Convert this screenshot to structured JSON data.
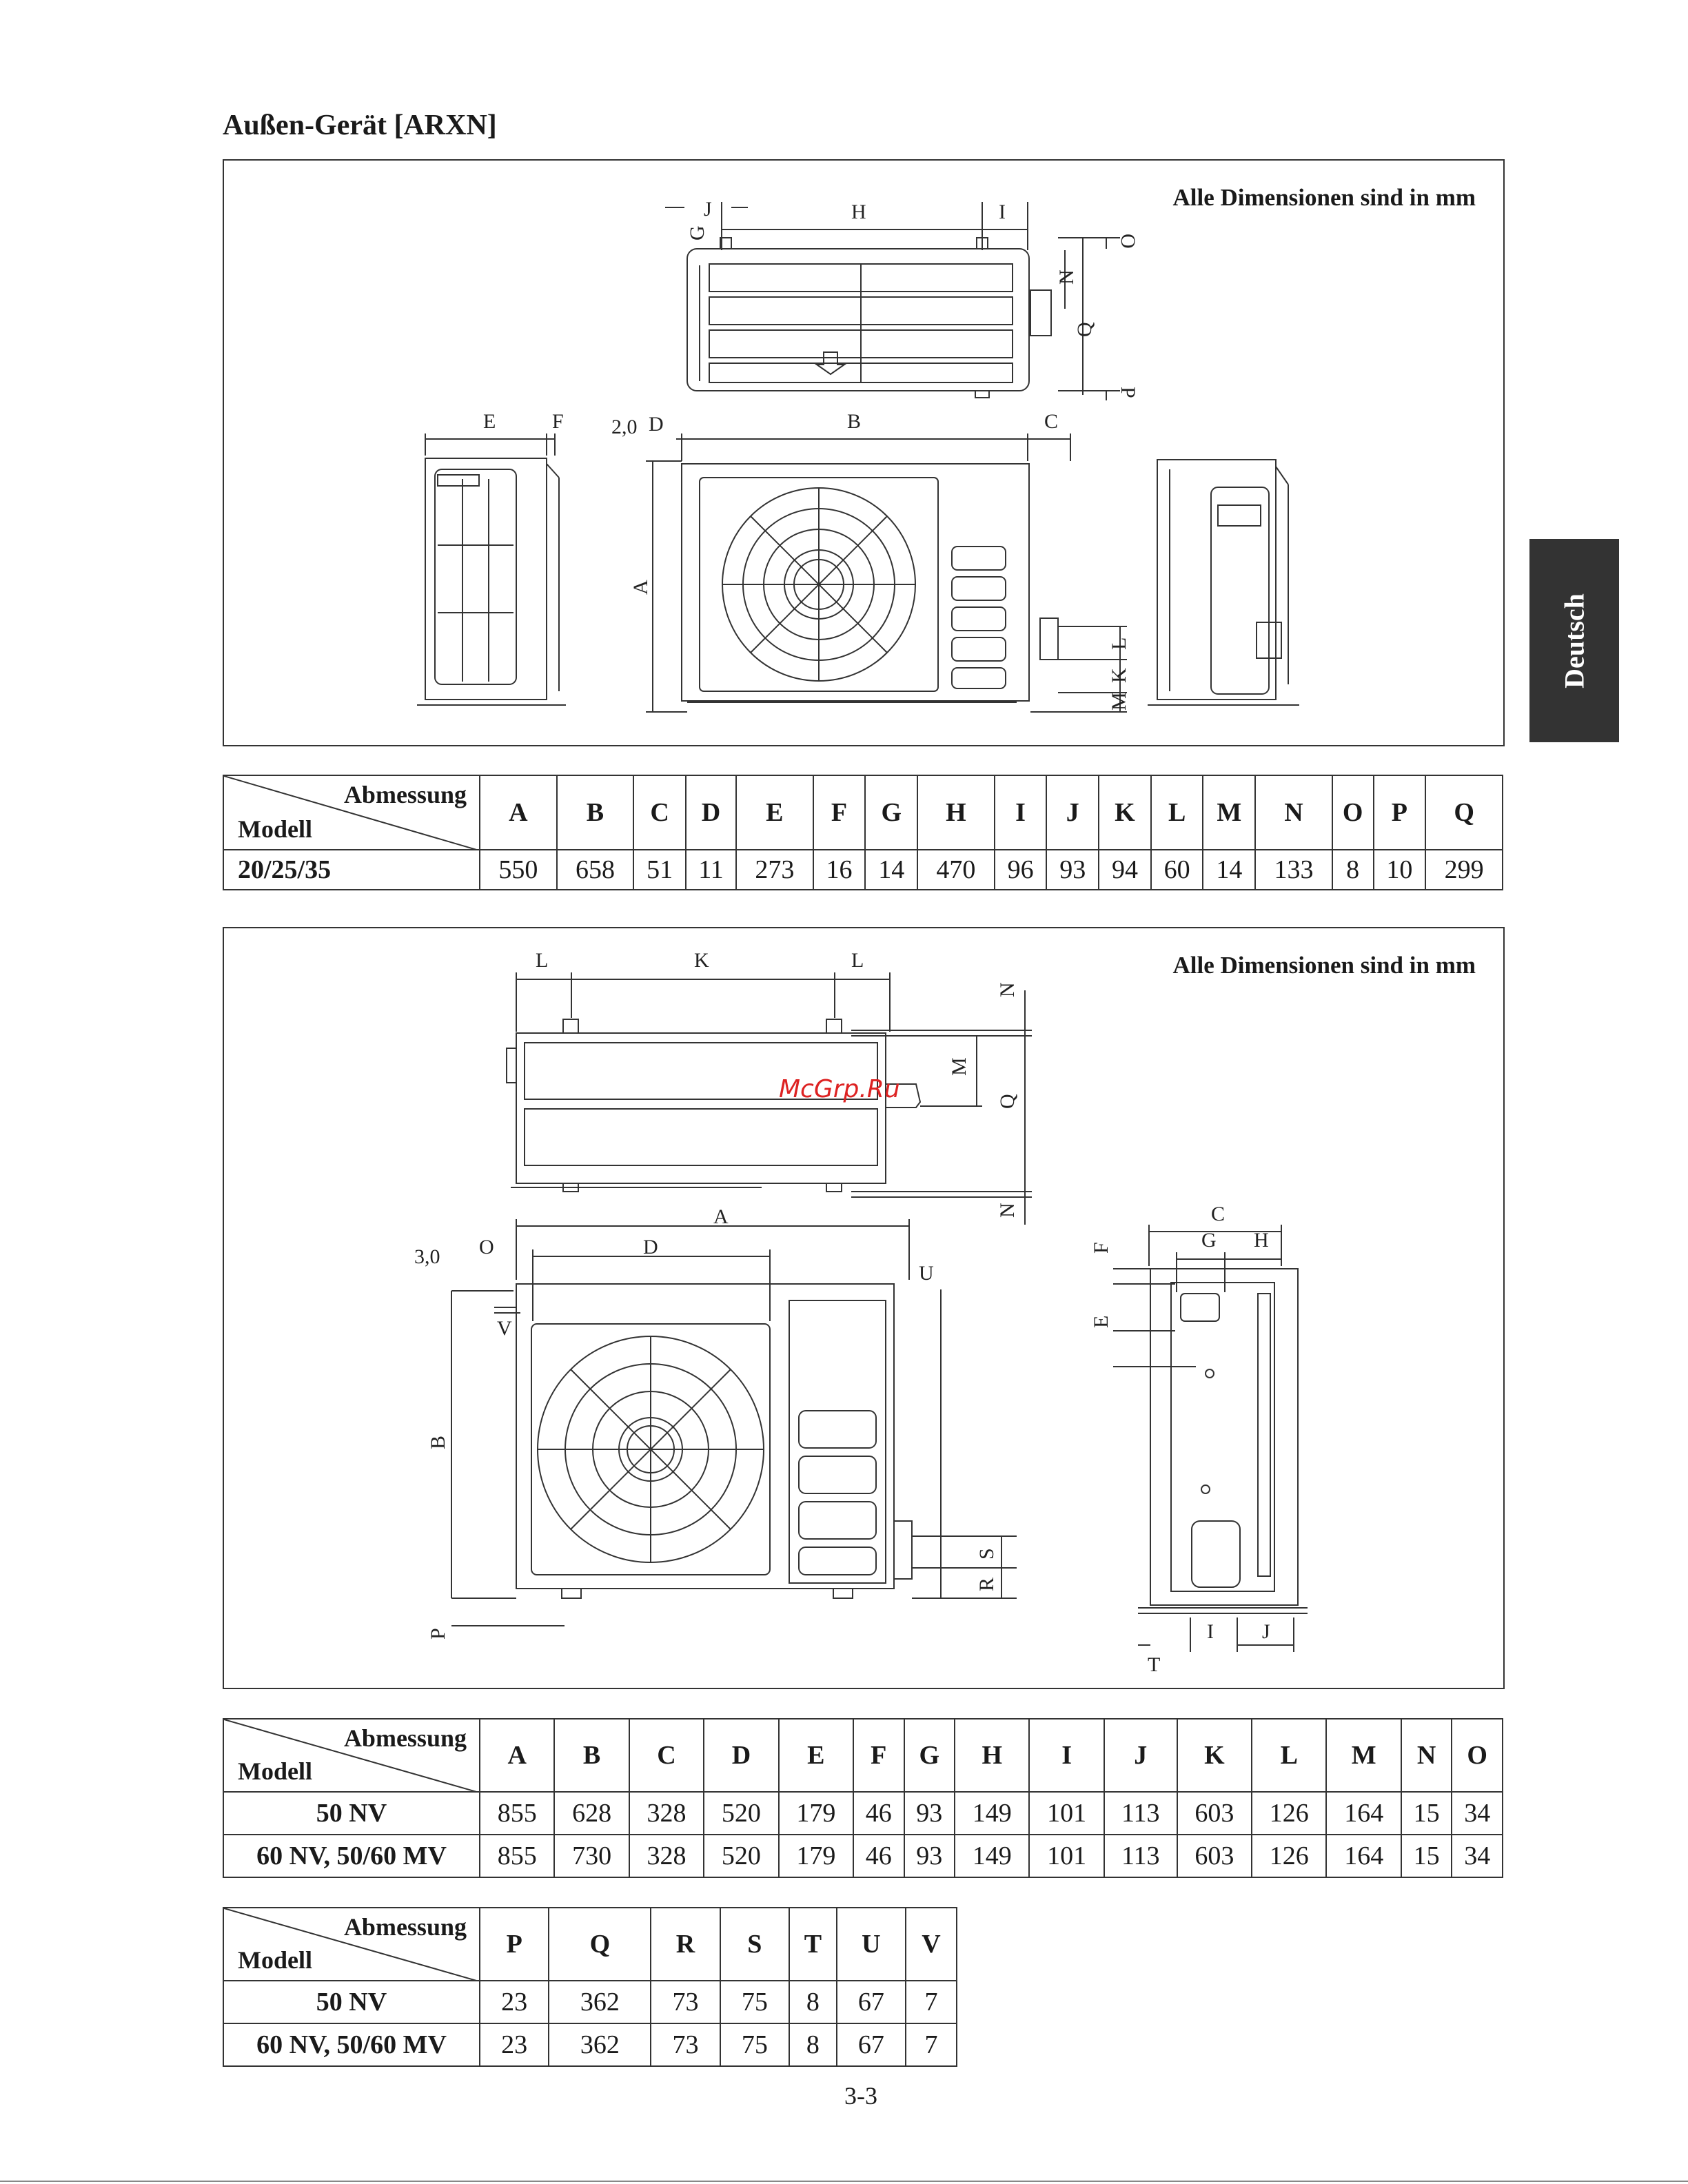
{
  "page": {
    "title": "Außen-Gerät [ARXN]",
    "side_tab": "Deutsch",
    "watermark": "McGrp.Ru",
    "page_number": "3-3"
  },
  "diagram1": {
    "note": "Alle Dimensionen sind in mm",
    "labels": {
      "A": "A",
      "B": "B",
      "C": "C",
      "D": "D",
      "E": "E",
      "F": "F",
      "G": "G",
      "H": "H",
      "I": "I",
      "J": "J",
      "K": "K",
      "L": "L",
      "M": "M",
      "N": "N",
      "O": "O",
      "P": "P",
      "Q": "Q",
      "gap": "2,0"
    }
  },
  "table1": {
    "corner_top": "Abmessung",
    "corner_bottom": "Modell",
    "columns": [
      "A",
      "B",
      "C",
      "D",
      "E",
      "F",
      "G",
      "H",
      "I",
      "J",
      "K",
      "L",
      "M",
      "N",
      "O",
      "P",
      "Q"
    ],
    "rows": [
      {
        "model": "20/25/35",
        "values": [
          "550",
          "658",
          "51",
          "11",
          "273",
          "16",
          "14",
          "470",
          "96",
          "93",
          "94",
          "60",
          "14",
          "133",
          "8",
          "10",
          "299"
        ]
      }
    ]
  },
  "diagram2": {
    "note": "Alle Dimensionen sind in mm",
    "labels": {
      "A": "A",
      "B": "B",
      "C": "C",
      "D": "D",
      "E": "E",
      "F": "F",
      "G": "G",
      "H": "H",
      "I": "I",
      "J": "J",
      "K": "K",
      "L": "L",
      "M": "M",
      "N": "N",
      "O": "O",
      "P": "P",
      "Q": "Q",
      "R": "R",
      "S": "S",
      "T": "T",
      "U": "U",
      "V": "V",
      "gap": "3,0"
    }
  },
  "table2": {
    "corner_top": "Abmessung",
    "corner_bottom": "Modell",
    "columns": [
      "A",
      "B",
      "C",
      "D",
      "E",
      "F",
      "G",
      "H",
      "I",
      "J",
      "K",
      "L",
      "M",
      "N",
      "O"
    ],
    "rows": [
      {
        "model": "50 NV",
        "values": [
          "855",
          "628",
          "328",
          "520",
          "179",
          "46",
          "93",
          "149",
          "101",
          "113",
          "603",
          "126",
          "164",
          "15",
          "34"
        ]
      },
      {
        "model": "60 NV, 50/60 MV",
        "values": [
          "855",
          "730",
          "328",
          "520",
          "179",
          "46",
          "93",
          "149",
          "101",
          "113",
          "603",
          "126",
          "164",
          "15",
          "34"
        ]
      }
    ]
  },
  "table3": {
    "corner_top": "Abmessung",
    "corner_bottom": "Modell",
    "columns": [
      "P",
      "Q",
      "R",
      "S",
      "T",
      "U",
      "V"
    ],
    "rows": [
      {
        "model": "50 NV",
        "values": [
          "23",
          "362",
          "73",
          "75",
          "8",
          "67",
          "7"
        ]
      },
      {
        "model": "60 NV, 50/60 MV",
        "values": [
          "23",
          "362",
          "73",
          "75",
          "8",
          "67",
          "7"
        ]
      }
    ]
  }
}
